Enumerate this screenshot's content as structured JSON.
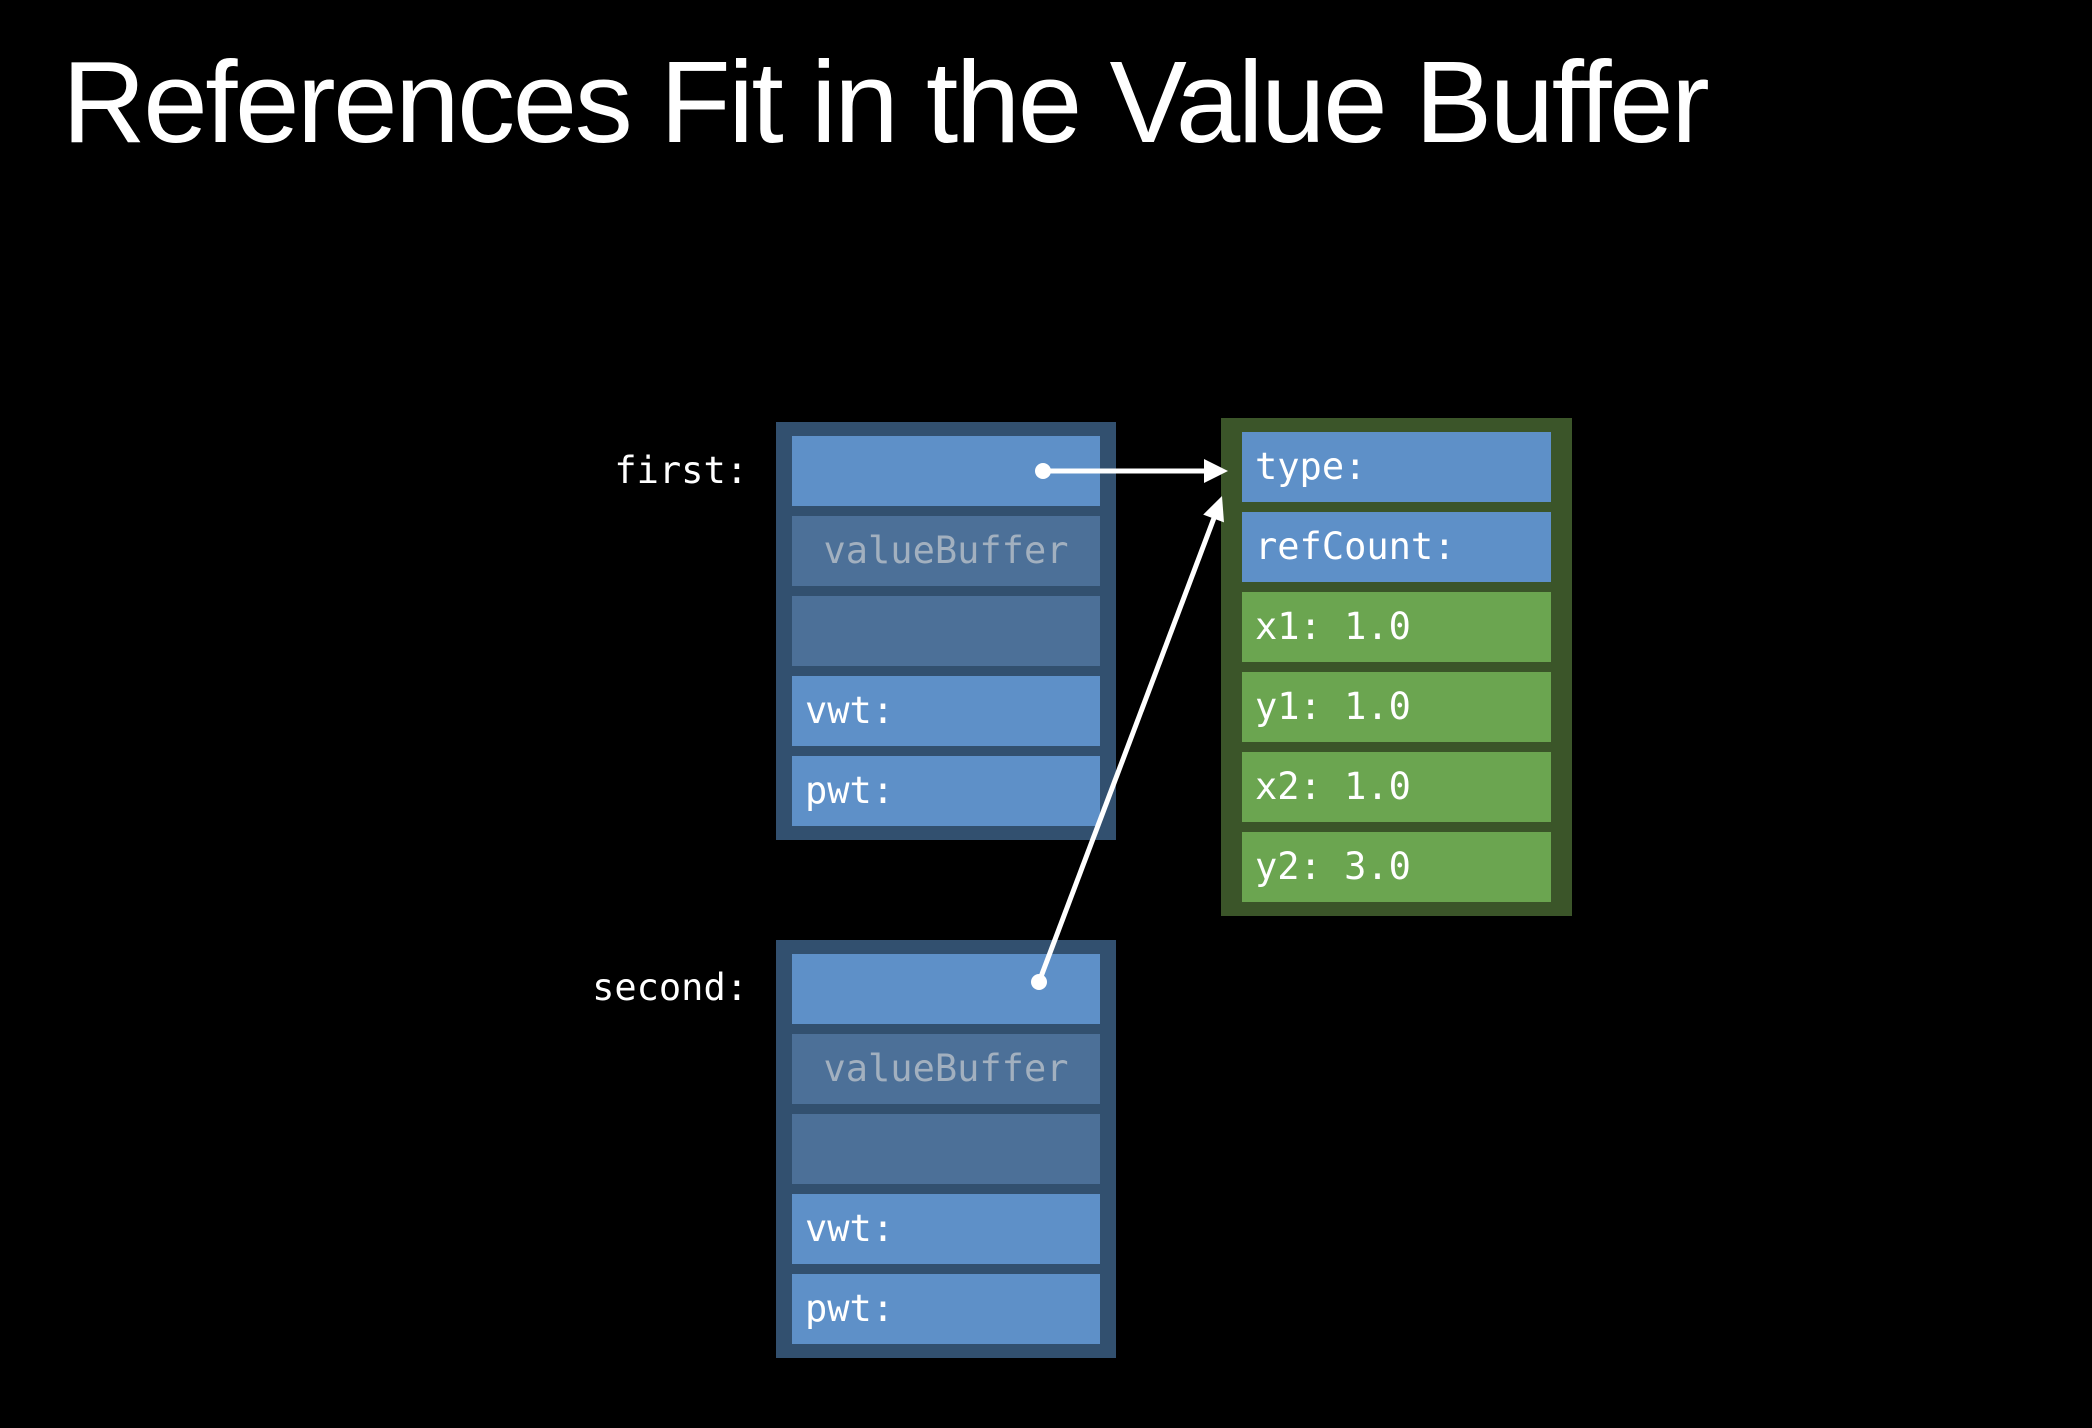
{
  "slide": {
    "title": "References Fit in the Value Buffer"
  },
  "colors": {
    "background": "#000000",
    "container_blue": "#32506f",
    "row_light_blue": "#5e90c8",
    "row_muted_blue": "#4c7098",
    "container_green": "#3b5529",
    "row_green": "#6ba550",
    "text_white": "#ffffff",
    "text_muted": "#a2b0bf",
    "arrow_white": "#ffffff"
  },
  "first_box": {
    "label": "first:",
    "rows": [
      "",
      "valueBuffer",
      "",
      "vwt:",
      "pwt:"
    ]
  },
  "second_box": {
    "label": "second:",
    "rows": [
      "",
      "valueBuffer",
      "",
      "vwt:",
      "pwt:"
    ]
  },
  "heap_box": {
    "rows": [
      "type:",
      "refCount:",
      "x1: 1.0",
      "y1: 1.0",
      "x2: 1.0",
      "y2: 3.0"
    ]
  }
}
